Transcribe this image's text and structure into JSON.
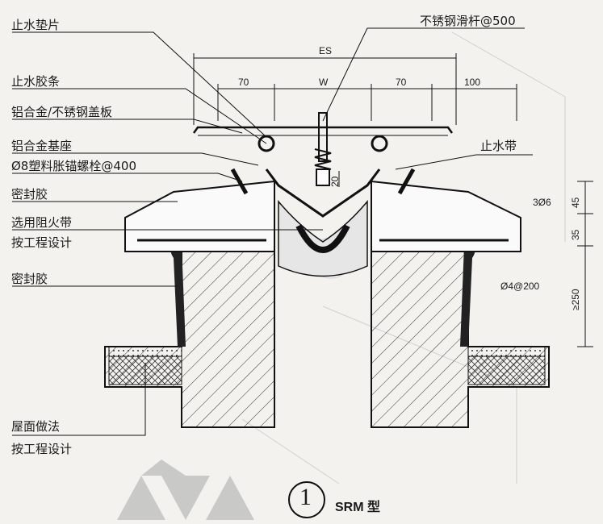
{
  "labels": {
    "water_gasket": "止水垫片",
    "stainless_slide_rod": "不锈钢滑杆@500",
    "water_strip": "止水胶条",
    "cover_plate": "铝合金/不锈钢盖板",
    "base": "铝合金基座",
    "anchor_bolt": "Ø8塑料胀锚螺栓@400",
    "sealant_1": "密封胶",
    "fire_strip": "选用阻火带",
    "per_design_1": "按工程设计",
    "sealant_2": "密封胶",
    "water_stop_band": "止水带",
    "roof_practice": "屋面做法",
    "per_design_2": "按工程设计"
  },
  "dimensions": {
    "es": "ES",
    "w": "W",
    "left_70": "70",
    "right_70": "70",
    "right_100": "100",
    "depth_20": "20",
    "v_45": "45",
    "v_35": "35",
    "v_250": "≥250",
    "rebar_3": "3Ø6",
    "rebar_4": "Ø4@200"
  },
  "detail": {
    "number": "1",
    "type": "SRM 型"
  }
}
